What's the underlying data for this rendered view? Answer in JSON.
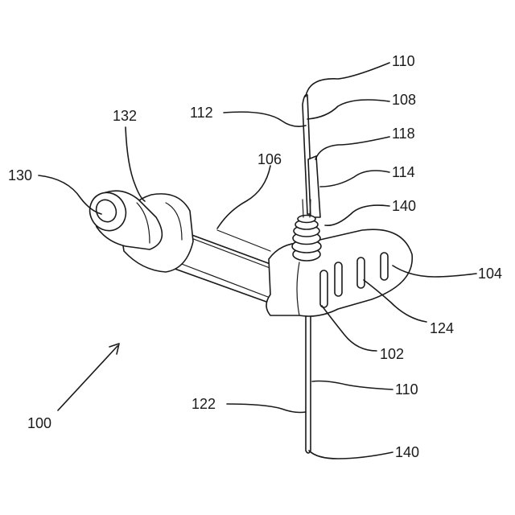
{
  "figure": {
    "ref_100": "100",
    "ref_102": "102",
    "ref_104": "104",
    "ref_106": "106",
    "ref_108": "108",
    "ref_110_top": "110",
    "ref_110_bottom": "110",
    "ref_112": "112",
    "ref_114": "114",
    "ref_118": "118",
    "ref_122": "122",
    "ref_124": "124",
    "ref_130": "130",
    "ref_132": "132",
    "ref_140_top": "140",
    "ref_140_bottom": "140"
  },
  "colors": {
    "line": "#1a1a1a",
    "background": "#ffffff"
  }
}
